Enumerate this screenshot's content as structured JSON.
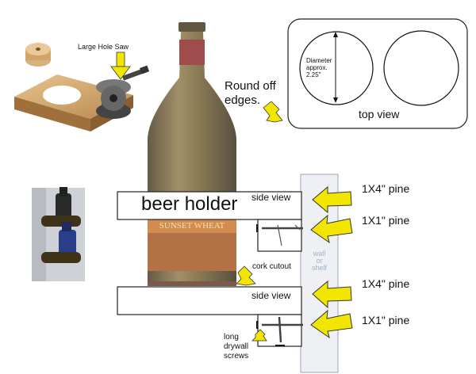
{
  "labels": {
    "large_hole_saw": "Large Hole Saw",
    "round_off_edges": "Round off\nedges.",
    "diameter": "Diameter\napprox.\n2.25\"",
    "top_view": "top view",
    "beer_holder": "beer holder",
    "side_view_top": "side view",
    "side_view_bottom": "side view",
    "pine_1x4_top": "1X4\" pine",
    "pine_1x1_top": "1X1\" pine",
    "pine_1x4_bottom": "1X4\" pine",
    "pine_1x1_bottom": "1X1\" pine",
    "wall_or_shelf": "wall\nor\nshelf",
    "cork_cutout": "cork cutout",
    "long_drywall_screws": "long\ndrywall\nscrews",
    "bottle_label": "SUNSET WHEAT"
  },
  "colors": {
    "arrow_yellow": "#f2e600",
    "board_fill": "#ffffff",
    "wall_fill": "#eef0f4",
    "wall_text": "#9fb2c8",
    "cork": "#7a5a4a",
    "bottle_glass": "#5e4a22"
  }
}
